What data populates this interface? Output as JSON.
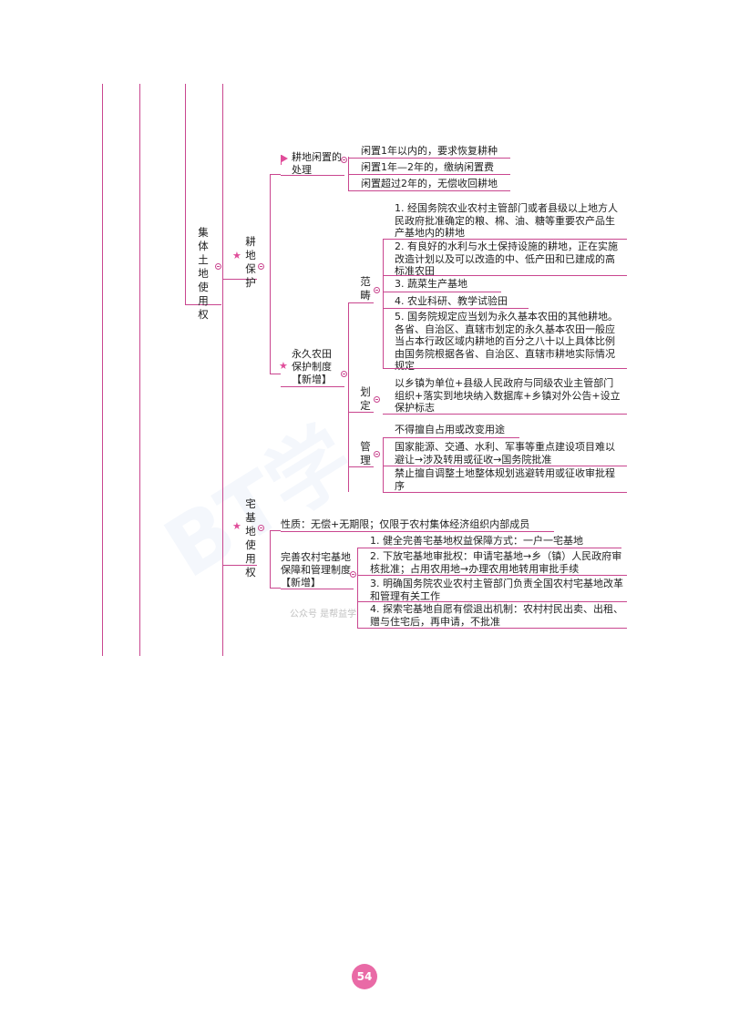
{
  "root": {
    "label": "集体土地使用权"
  },
  "branches": {
    "farmland": {
      "label": "耕地保护",
      "idle": {
        "label": "耕地闲置的处理",
        "items": [
          "闲置1年以内的，要求恢复耕种",
          "闲置1年—2年的，缴纳闲置费",
          "闲置超过2年的，无偿收回耕地"
        ]
      },
      "permanent": {
        "label": "永久农田保护制度【新增】",
        "scope": {
          "label": "范畴",
          "items": [
            "1. 经国务院农业农村主管部门或者县级以上地方人民政府批准确定的粮、棉、油、糖等重要农产品生产基地内的耕地",
            "2. 有良好的水利与水土保持设施的耕地，正在实施改造计划以及可以改造的中、低产田和已建成的高标准农田",
            "3. 蔬菜生产基地",
            "4. 农业科研、教学试验田",
            "5. 国务院规定应当划为永久基本农田的其他耕地。各省、自治区、直辖市划定的永久基本农田一般应当占本行政区域内耕地的百分之八十以上具体比例由国务院根据各省、自治区、直辖市耕地实际情况规定"
          ]
        },
        "delimit": {
          "label": "划定",
          "items": [
            "以乡镇为单位+县级人民政府与同级农业主管部门组织+落实到地块纳入数据库+乡镇对外公告+设立保护标志"
          ]
        },
        "manage": {
          "label": "管理",
          "items": [
            "不得擅自占用或改变用途",
            "国家能源、交通、水利、军事等重点建设项目难以避让→涉及转用或征收→国务院批准",
            "禁止擅自调整土地整体规划逃避转用或征收审批程序"
          ]
        }
      }
    },
    "homestead": {
      "label": "宅基地使用权",
      "nature": "性质：无偿+无期限；仅限于农村集体经济组织内部成员",
      "improve": {
        "label": "完善农村宅基地保障和管理制度【新增】",
        "items": [
          "1. 健全完善宅基地权益保障方式：一户一宅基地",
          "2. 下放宅基地审批权：申请宅基地→乡（镇）人民政府审核批准；占用农用地→办理农用地转用审批手续",
          "3. 明确国务院农业农村主管部门负责全国农村宅基地改革和管理有关工作",
          "4. 探索宅基地自愿有偿退出机制：农村村民出卖、出租、赠与住宅后，再申请，不批准"
        ]
      }
    }
  },
  "watermark": {
    "brand": "BT学",
    "footer": "公众号  是帮益学"
  },
  "page_number": "54",
  "colors": {
    "line": "#c9468f",
    "accent": "#e04d9a",
    "badge": "#e96aa6"
  }
}
